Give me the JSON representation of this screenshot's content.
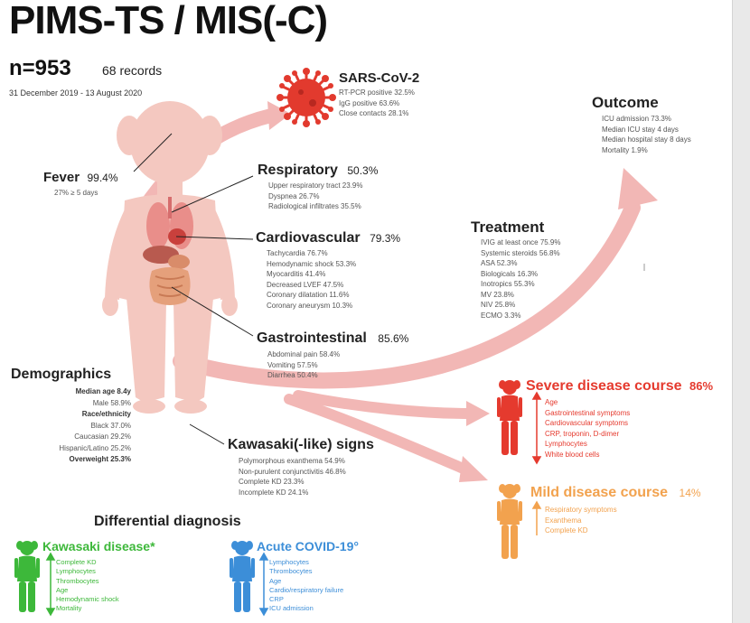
{
  "title": "PIMS-TS / MIS(-C)",
  "n": "n=953",
  "records": "68 records",
  "date_range": "31 December 2019 - 13 August 2020",
  "sars": {
    "title": "SARS-CoV-2",
    "items": [
      "RT-PCR positive 32.5%",
      "IgG positive 63.6%",
      "Close contacts 28.1%"
    ]
  },
  "fever": {
    "title": "Fever",
    "pct": "99.4%",
    "detail": "27% ≥ 5 days"
  },
  "respiratory": {
    "title": "Respiratory",
    "pct": "50.3%",
    "items": [
      "Upper respiratory tract 23.9%",
      "Dyspnea 26.7%",
      "Radiological infiltrates 35.5%"
    ]
  },
  "cardiovascular": {
    "title": "Cardiovascular",
    "pct": "79.3%",
    "items": [
      "Tachycardia 76.7%",
      "Hemodynamic shock 53.3%",
      "Myocarditis 41.4%",
      "Decreased LVEF 47.5%",
      "Coronary dilatation 11.6%",
      "Coronary aneurysm 10.3%"
    ]
  },
  "gastrointestinal": {
    "title": "Gastrointestinal",
    "pct": "85.6%",
    "items": [
      "Abdominal pain 58.4%",
      "Vomiting 57.5%",
      "Diarrhea 50.4%"
    ]
  },
  "outcome": {
    "title": "Outcome",
    "items": [
      "ICU admission 73.3%",
      "Median ICU stay 4 days",
      "Median hospital stay 8 days",
      "Mortality 1.9%"
    ]
  },
  "treatment": {
    "title": "Treatment",
    "items": [
      "IVIG at least once 75.9%",
      "Systemic steroids 56.8%",
      "ASA 52.3%",
      "Biologicals 16.3%",
      "Inotropics 55.3%",
      "MV 23.8%",
      "NIV 25.8%",
      "ECMO 3.3%"
    ]
  },
  "demographics": {
    "title": "Demographics",
    "rows": [
      {
        "text": "Median age 8.4y",
        "bold": true
      },
      {
        "text": "Male 58.9%",
        "bold": false
      },
      {
        "text": "Race/ethnicity",
        "bold": true
      },
      {
        "text": "Black 37.0%",
        "bold": false
      },
      {
        "text": "Caucasian 29.2%",
        "bold": false
      },
      {
        "text": "Hispanic/Latino 25.2%",
        "bold": false
      },
      {
        "text": "Overweight 25.3%",
        "bold": true
      }
    ]
  },
  "kawasaki_signs": {
    "title": "Kawasaki(-like) signs",
    "items": [
      "Polymorphous exanthema 54.9%",
      "Non-purulent conjunctivitis 46.8%",
      "Complete KD 23.3%",
      "Incomplete KD 24.1%"
    ]
  },
  "severe": {
    "title": "Severe disease course",
    "pct": "86%",
    "items": [
      "Age",
      "Gastrointestinal symptoms",
      "Cardiovascular symptoms",
      "CRP, troponin, D-dimer",
      "Lymphocytes",
      "White blood cells"
    ]
  },
  "mild": {
    "title": "Mild disease course",
    "pct": "14%",
    "items": [
      "Respiratory symptoms",
      "Exanthema",
      "Complete KD"
    ]
  },
  "differential": {
    "title": "Differential diagnosis"
  },
  "kawasaki_disease": {
    "title": "Kawasaki disease*",
    "items": [
      "Complete KD",
      "Lymphocytes",
      "Thrombocytes",
      "Age",
      "Hemodynamic shock",
      "Mortality"
    ]
  },
  "acute_covid": {
    "title": "Acute COVID-19°",
    "items": [
      "Lymphocytes",
      "Thrombocytes",
      "Age",
      "Cardio/respiratory failure",
      "CRP",
      "ICU admission"
    ]
  },
  "colors": {
    "arrow": "#f2b7b5",
    "body": "#f4c8c0",
    "virus": "#e23a2e",
    "severe": "#e53a2e",
    "mild": "#f2a24e",
    "kawasaki": "#3db83a",
    "covid": "#3c8ed8"
  },
  "icons": [
    "virus-icon",
    "child-body-icon",
    "severe-child-icon",
    "mild-child-icon",
    "kawasaki-child-icon",
    "covid-child-icon"
  ]
}
